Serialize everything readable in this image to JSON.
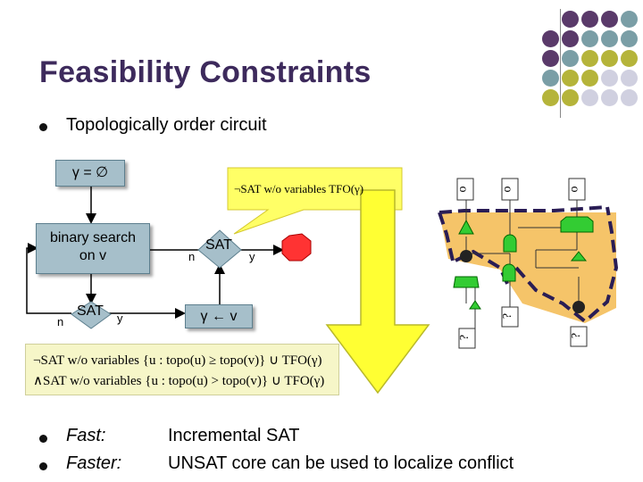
{
  "slide": {
    "title": "Feasibility Constraints",
    "bullets": [
      {
        "text": "Topologically order circuit"
      },
      {
        "label": "Fast:",
        "text": "Incremental SAT"
      },
      {
        "label": "Faster:",
        "text": "UNSAT core can be used to localize conflict"
      }
    ]
  },
  "flow": {
    "gamma_init": "γ = ∅",
    "binary_search": "binary search on v",
    "sat1": "SAT",
    "sat1_no": "n",
    "sat1_yes": "y",
    "sat2": "SAT",
    "sat2_no": "n",
    "sat2_yes": "y",
    "assign": "γ ← v",
    "callout": "¬SAT  w/o variables TFO(γ)"
  },
  "formula": {
    "line1": "¬SAT  w/o variables {u : topo(u) ≥ topo(v)} ∪ TFO(γ)",
    "line2": "∧SAT  w/o variables {u : topo(u) > topo(v)} ∪ TFO(γ)"
  },
  "circuit": {
    "outputs": [
      "o",
      "o",
      "o"
    ],
    "unknown_mark": "?",
    "unknown_labels": [
      "?",
      "?",
      "?"
    ]
  },
  "colors": {
    "title": "#3d2a5c",
    "accent_purple": "#5a3a6a",
    "accent_teal": "#7a9ea6",
    "accent_olive": "#b5b43a",
    "accent_lavender": "#d0d0e0",
    "node_blue": "#a6bfca",
    "yellow_arrow": "#ffff33",
    "orange_region": "#f5c469",
    "stop_red": "#ff3333",
    "gate_green": "#33cc33"
  }
}
